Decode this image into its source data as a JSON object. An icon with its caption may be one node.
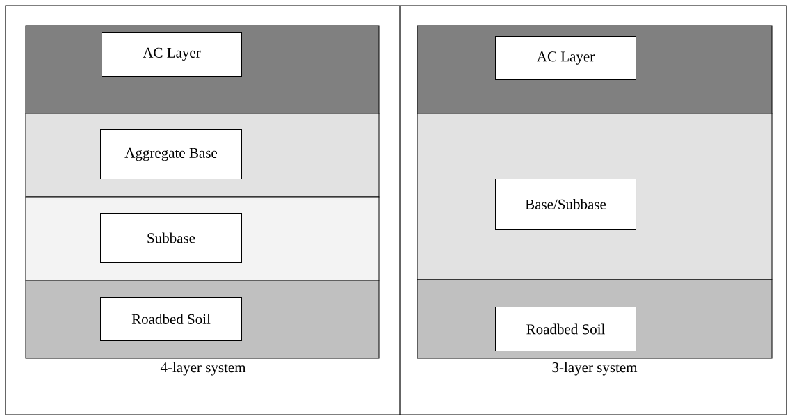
{
  "diagram": {
    "nodes": [
      {
        "text": [],
        "shape": "bar"
      },
      {
        "text": [
          "AC Layer"
        ],
        "in": 0
      },
      {
        "text": [],
        "shape": "bar"
      },
      {
        "text": [
          "Aggregate Base"
        ],
        "in": 2
      },
      {
        "text": [],
        "shape": "bar"
      },
      {
        "text": [
          "Subbase"
        ],
        "in": 4
      },
      {
        "text": [],
        "shape": "bar"
      },
      {
        "text": [
          "Roadbed Soil"
        ],
        "in": 6
      },
      {
        "text": [],
        "shape": "bar"
      },
      {
        "text": [
          "AC Layer"
        ],
        "in": 8
      },
      {
        "text": [],
        "shape": "bar"
      },
      {
        "text": [
          "Base/Subbase"
        ],
        "in": 10
      },
      {
        "text": [],
        "shape": "bar"
      },
      {
        "text": [
          "Roadbed Soil"
        ],
        "in": 12
      }
    ],
    "labels": [
      "4-layer system",
      "3-layer system"
    ]
  }
}
